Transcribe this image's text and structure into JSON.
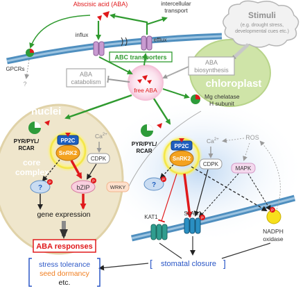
{
  "labels": {
    "aba": "Abscisic acid (ABA)",
    "intercellular_transport": "intercellular",
    "intercellular_transport2": "transport",
    "influx": "influx",
    "efflux": "efflux",
    "gpcrs": "GPCRs",
    "question1": "?",
    "abc_transporters": "ABC transporters",
    "stimuli": "Stimuli",
    "stimuli_note": "(e.g. drought stress,",
    "stimuli_note2": "developmental cues etc.)",
    "aba_biosynthesis1": "ABA",
    "aba_biosynthesis2": "biosynthesis",
    "chloroplast": "chloroplast",
    "aba_catabolism1": "ABA",
    "aba_catabolism2": "catabolism",
    "free_aba": "free ABA",
    "mg_chelatase1": "Mg chelatase",
    "mg_chelatase2": "H subunit",
    "nuclei": "nuclei",
    "core_complex1": "core",
    "core_complex2": "complex",
    "pyr_left1": "PYR/PYL/",
    "pyr_left2": "RCAR",
    "pp2c_left": "PP2C",
    "snrk2_left": "SnRK2",
    "ca_left": "Ca",
    "ca_sup": "2+",
    "cdpk_left": "CDPK",
    "wrky": "WRKY",
    "question_left": "?",
    "bzip": "bZIP",
    "gene_expression": "gene expression",
    "pyr_right1": "PYR/PYL/",
    "pyr_right2": "RCAR",
    "pp2c_right": "PP2C",
    "snrk2_right": "SnRK2",
    "ca_right": "Ca",
    "cdpk_right": "CDPK",
    "ros": "ROS",
    "mapk": "MAPK",
    "question_right": "?",
    "kat1": "KAT1",
    "slac1": "SLAC1",
    "nadph1": "NADPH",
    "nadph2": "oxidase",
    "aba_responses": "ABA responses",
    "stress_tolerance": "stress tolerance",
    "seed_dormancy": "seed dormancy",
    "etc": "etc.",
    "stomatal_closure": "stomatal closure",
    "p": "P"
  },
  "colors": {
    "aba_red": "#e0191b",
    "arrow_green": "#2f9a2f",
    "membrane_blue": "#4f8fbf",
    "nucleus_fill": "#efe6cc",
    "chloroplast_fill": "#cfe4a8",
    "pp2c_blue": "#1f5fbf",
    "snrk2_orange": "#f4a21f",
    "stress_blue": "#2a56c6",
    "dormancy_orange": "#f07d1e",
    "gray": "#9a9a9a"
  }
}
